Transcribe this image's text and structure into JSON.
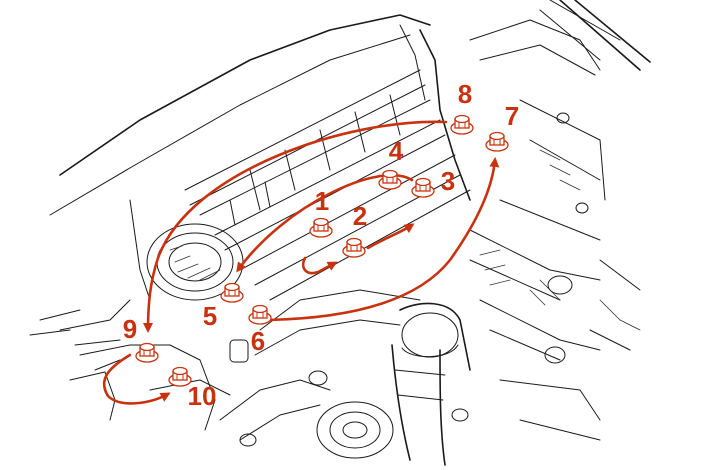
{
  "colors": {
    "accent": "#c8320f",
    "line_art": "#1a1a1a",
    "background": "#ffffff"
  },
  "bolts": [
    {
      "label": "1"
    },
    {
      "label": "2"
    },
    {
      "label": "3"
    },
    {
      "label": "4"
    },
    {
      "label": "5"
    },
    {
      "label": "6"
    },
    {
      "label": "7"
    },
    {
      "label": "8"
    },
    {
      "label": "9"
    },
    {
      "label": "10"
    }
  ]
}
